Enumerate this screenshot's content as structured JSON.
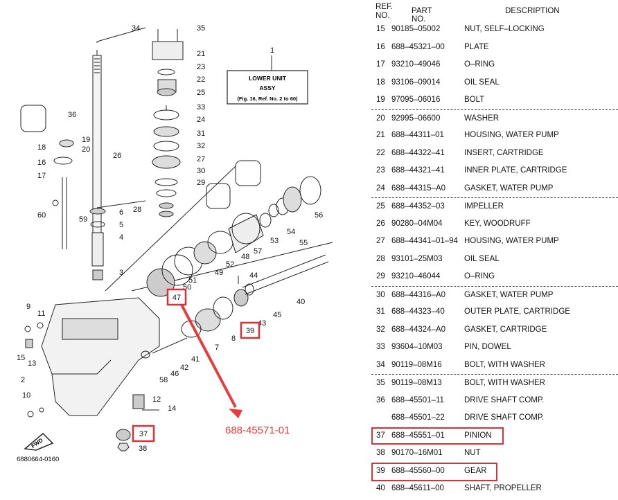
{
  "diagram": {
    "title_box": [
      "LOWER UNIT",
      "ASSY",
      "(Fig. 16, Ref. No. 2 to 60)"
    ],
    "title_ref": "1",
    "figure_code": "6880664-0160",
    "fwd_label": "FWD",
    "callout_part_number": "688-45571-01",
    "highlight_color": "#d9313a",
    "highlighted_refs": [
      "47",
      "39",
      "37"
    ],
    "labels": [
      "34",
      "35",
      "21",
      "23",
      "22",
      "25",
      "33",
      "24",
      "31",
      "32",
      "27",
      "30",
      "29",
      "28",
      "19",
      "20",
      "18",
      "16",
      "17",
      "36",
      "26",
      "60",
      "59",
      "6",
      "5",
      "4",
      "3",
      "9",
      "11",
      "15",
      "13",
      "2",
      "10",
      "12",
      "14",
      "44",
      "45",
      "43",
      "40",
      "50",
      "51",
      "49",
      "52",
      "48",
      "57",
      "53",
      "54",
      "55",
      "56",
      "8",
      "7",
      "41",
      "42",
      "46",
      "58",
      "38"
    ]
  },
  "parts_table": {
    "header": {
      "ref_line1": "REF.",
      "ref_line2": "NO.",
      "part_no": "PART NO.",
      "description": "DESCRIPTION"
    },
    "rows": [
      {
        "ref": "15",
        "part": "90185–05002",
        "desc": "NUT, SELF–LOCKING",
        "sep": false
      },
      {
        "ref": "16",
        "part": "688–45321–00",
        "desc": "PLATE",
        "sep": false
      },
      {
        "ref": "17",
        "part": "93210–49046",
        "desc": "O–RING",
        "sep": false
      },
      {
        "ref": "18",
        "part": "93106–09014",
        "desc": "OIL SEAL",
        "sep": false
      },
      {
        "ref": "19",
        "part": "97095–06016",
        "desc": "BOLT",
        "sep": false
      },
      {
        "ref": "20",
        "part": "92995–06600",
        "desc": "WASHER",
        "sep": true
      },
      {
        "ref": "21",
        "part": "688–44311–01",
        "desc": "HOUSING, WATER PUMP",
        "sep": false
      },
      {
        "ref": "22",
        "part": "688–44322–41",
        "desc": "INSERT, CARTRIDGE",
        "sep": false
      },
      {
        "ref": "23",
        "part": "688–44321–41",
        "desc": "INNER PLATE, CARTRIDGE",
        "sep": false
      },
      {
        "ref": "24",
        "part": "688–44315–A0",
        "desc": "GASKET, WATER PUMP",
        "sep": false
      },
      {
        "ref": "25",
        "part": "688–44352–03",
        "desc": "IMPELLER",
        "sep": true
      },
      {
        "ref": "26",
        "part": "90280–04M04",
        "desc": "KEY, WOODRUFF",
        "sep": false
      },
      {
        "ref": "27",
        "part": "688–44341–01–94",
        "desc": "HOUSING, WATER PUMP",
        "sep": false
      },
      {
        "ref": "28",
        "part": "93101–25M03",
        "desc": "OIL SEAL",
        "sep": false
      },
      {
        "ref": "29",
        "part": "93210–46044",
        "desc": "O–RING",
        "sep": false
      },
      {
        "ref": "30",
        "part": "688–44316–A0",
        "desc": "GASKET, WATER PUMP",
        "sep": true
      },
      {
        "ref": "31",
        "part": "688–44323–40",
        "desc": "OUTER PLATE, CARTRIDGE",
        "sep": false
      },
      {
        "ref": "32",
        "part": "688–44324–A0",
        "desc": "GASKET, CARTRIDGE",
        "sep": false
      },
      {
        "ref": "33",
        "part": "93604–10M03",
        "desc": "PIN, DOWEL",
        "sep": false
      },
      {
        "ref": "34",
        "part": "90119–08M16",
        "desc": "BOLT, WITH WASHER",
        "sep": false
      },
      {
        "ref": "35",
        "part": "90119–08M13",
        "desc": "BOLT, WITH WASHER",
        "sep": true
      },
      {
        "ref": "36",
        "part": "688–45501–11",
        "desc": "DRIVE SHAFT COMP.",
        "sep": false
      },
      {
        "ref": "",
        "part": "688–45501–22",
        "desc": "DRIVE SHAFT COMP.",
        "sep": false
      },
      {
        "ref": "37",
        "part": "688–45551–01",
        "desc": "PINION",
        "sep": false
      },
      {
        "ref": "38",
        "part": "90170–16M01",
        "desc": "NUT",
        "sep": false
      },
      {
        "ref": "39",
        "part": "688–45560–00",
        "desc": "GEAR",
        "sep": false
      },
      {
        "ref": "40",
        "part": "688–45611–00",
        "desc": "SHAFT, PROPELLER",
        "sep": false
      }
    ],
    "highlighted_rows": [
      23,
      25
    ]
  }
}
